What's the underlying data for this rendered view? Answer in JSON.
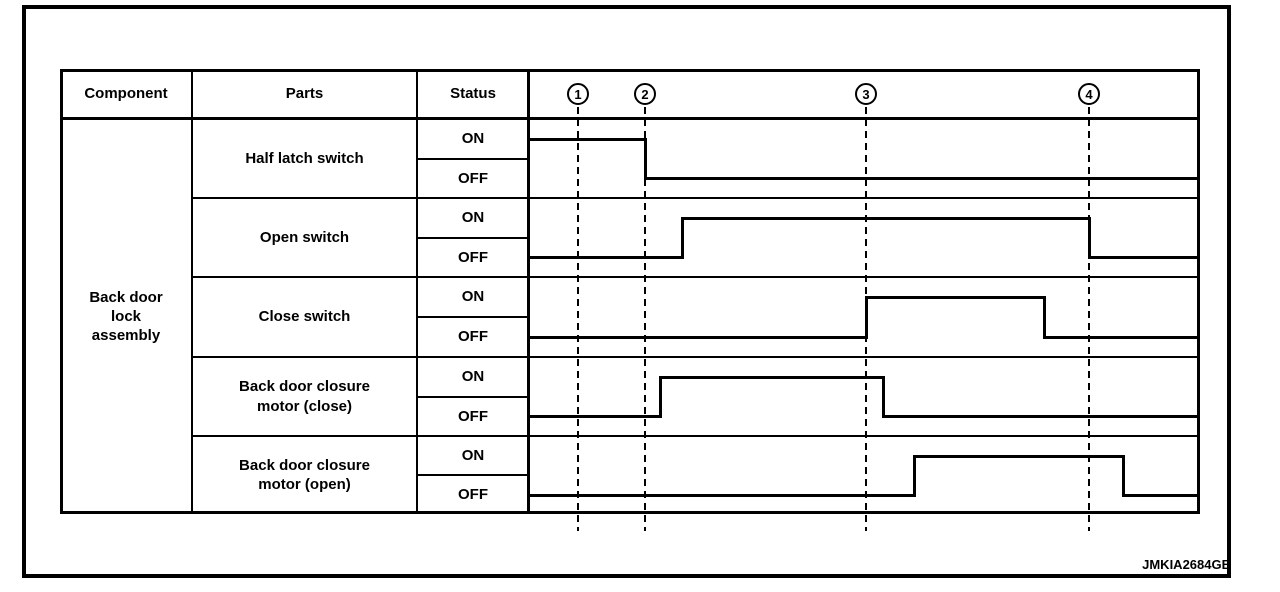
{
  "table": {
    "headers": {
      "component": "Component",
      "parts": "Parts",
      "status": "Status"
    },
    "component_lines": [
      "Back door",
      "lock",
      "assembly"
    ],
    "on_label": "ON",
    "off_label": "OFF",
    "rows": [
      {
        "part_lines": [
          "Half latch switch"
        ]
      },
      {
        "part_lines": [
          "Open switch"
        ]
      },
      {
        "part_lines": [
          "Close switch"
        ]
      },
      {
        "part_lines": [
          "Back door closure",
          "motor (close)"
        ]
      },
      {
        "part_lines": [
          "Back door closure",
          "motor (open)"
        ]
      }
    ]
  },
  "chart_data": {
    "type": "timing",
    "x_range": [
      529,
      1200
    ],
    "markers": [
      {
        "label": "1",
        "x": 578
      },
      {
        "label": "2",
        "x": 645
      },
      {
        "label": "3",
        "x": 866
      },
      {
        "label": "4",
        "x": 1089
      }
    ],
    "rows": [
      {
        "part": "Half latch switch",
        "segments": [
          {
            "state": "ON",
            "x0": 529,
            "x1": 645
          },
          {
            "state": "OFF",
            "x0": 645,
            "x1": 1200
          }
        ]
      },
      {
        "part": "Open switch",
        "segments": [
          {
            "state": "OFF",
            "x0": 529,
            "x1": 682
          },
          {
            "state": "ON",
            "x0": 682,
            "x1": 1089
          },
          {
            "state": "OFF",
            "x0": 1089,
            "x1": 1200
          }
        ]
      },
      {
        "part": "Close switch",
        "segments": [
          {
            "state": "OFF",
            "x0": 529,
            "x1": 866
          },
          {
            "state": "ON",
            "x0": 866,
            "x1": 1044
          },
          {
            "state": "OFF",
            "x0": 1044,
            "x1": 1200
          }
        ]
      },
      {
        "part": "Back door closure motor (close)",
        "segments": [
          {
            "state": "OFF",
            "x0": 529,
            "x1": 660
          },
          {
            "state": "ON",
            "x0": 660,
            "x1": 883
          },
          {
            "state": "OFF",
            "x0": 883,
            "x1": 1200
          }
        ]
      },
      {
        "part": "Back door closure motor (open)",
        "segments": [
          {
            "state": "OFF",
            "x0": 529,
            "x1": 914
          },
          {
            "state": "ON",
            "x0": 914,
            "x1": 1123
          },
          {
            "state": "OFF",
            "x0": 1123,
            "x1": 1200
          }
        ]
      }
    ]
  },
  "footer": {
    "code": "JMKIA2684GB"
  }
}
